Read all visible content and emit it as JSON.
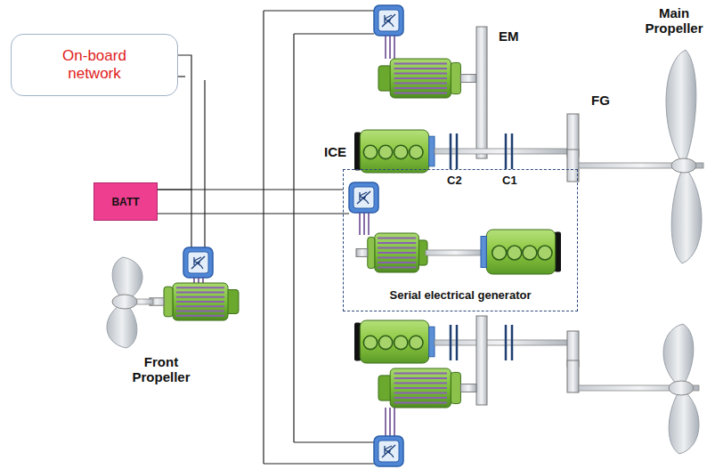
{
  "diagram": {
    "nodes": [
      {
        "text": [
          "On-board network"
        ]
      },
      {
        "text": [
          "BATT"
        ]
      },
      {
        "text": [
          "Serial electrical generator"
        ]
      }
    ],
    "edges": [
      {
        "from": 0,
        "to": 1,
        "arrow": "none"
      },
      {
        "from": 1,
        "to": 2,
        "arrow": "none"
      }
    ],
    "labels": [
      "EM",
      "FG",
      "Main Propeller",
      "ICE",
      "C2",
      "C1",
      "Front Propeller"
    ]
  }
}
